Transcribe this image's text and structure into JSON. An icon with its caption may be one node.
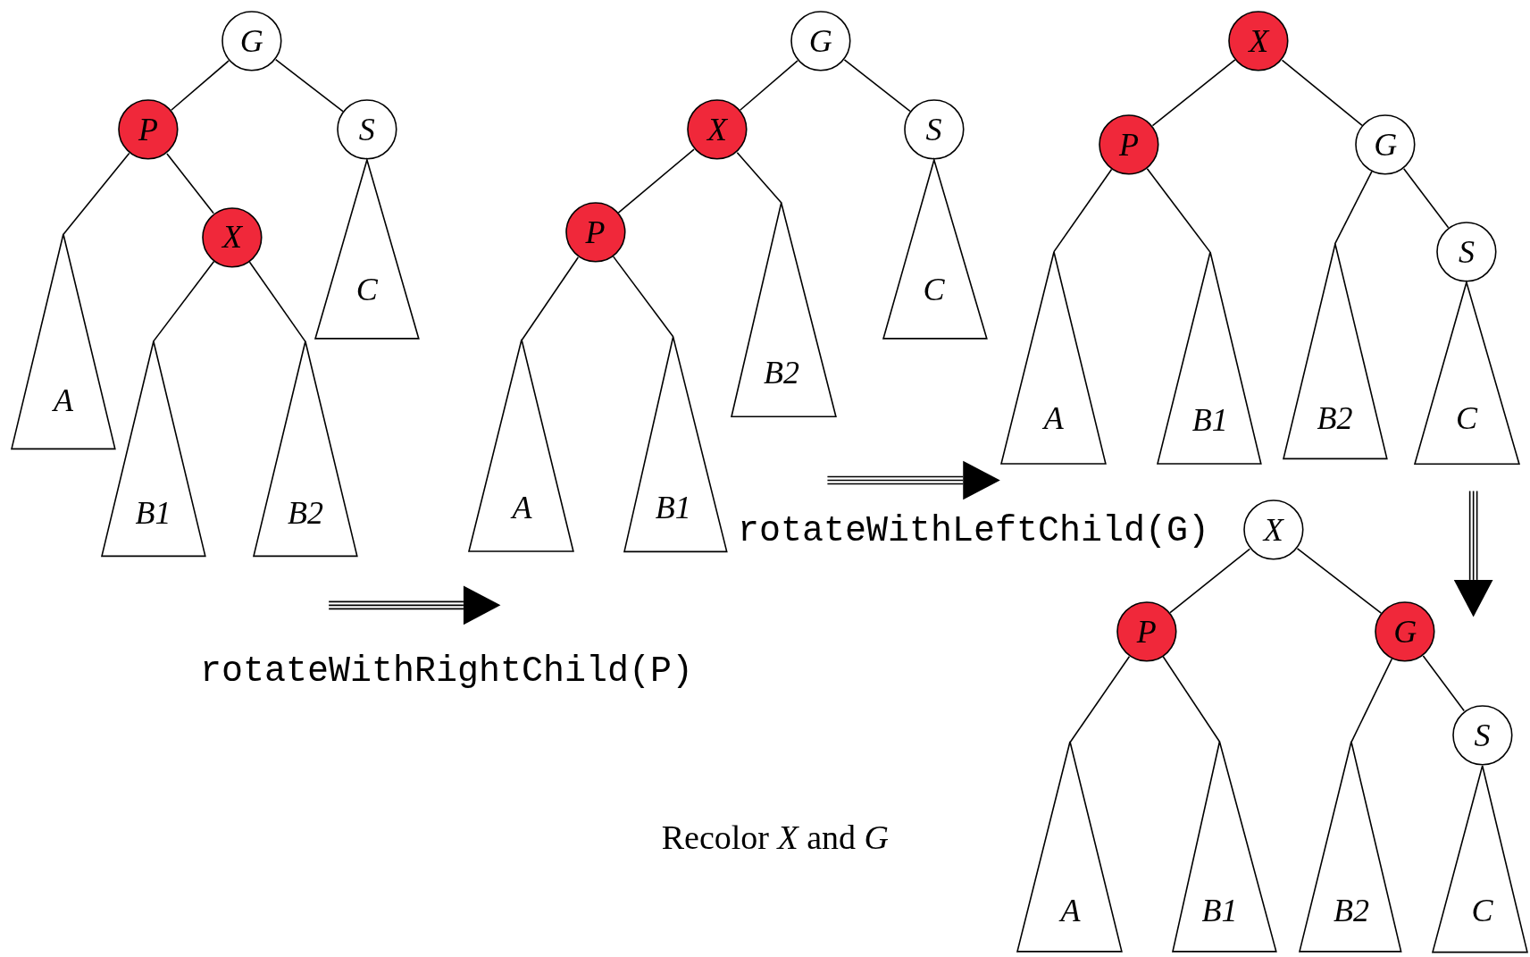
{
  "diagram": {
    "nodes": [
      {
        "text": [
          "G"
        ]
      },
      {
        "text": [
          "P"
        ]
      },
      {
        "text": [
          "S"
        ]
      },
      {
        "text": [
          "X"
        ]
      },
      {
        "text": [
          "A"
        ]
      },
      {
        "text": [
          "B1"
        ]
      },
      {
        "text": [
          "B2"
        ]
      },
      {
        "text": [
          "C"
        ]
      },
      {
        "text": [
          "G"
        ]
      },
      {
        "text": [
          "X"
        ]
      },
      {
        "text": [
          "S"
        ]
      },
      {
        "text": [
          "P"
        ]
      },
      {
        "text": [
          "B2"
        ]
      },
      {
        "text": [
          "C"
        ]
      },
      {
        "text": [
          "A"
        ]
      },
      {
        "text": [
          "B1"
        ]
      },
      {
        "text": [
          "X"
        ]
      },
      {
        "text": [
          "P"
        ]
      },
      {
        "text": [
          "G"
        ]
      },
      {
        "text": [
          "A"
        ]
      },
      {
        "text": [
          "B1"
        ]
      },
      {
        "text": [
          "B2"
        ]
      },
      {
        "text": [
          "S"
        ]
      },
      {
        "text": [
          "C"
        ]
      },
      {
        "text": [
          "X"
        ]
      },
      {
        "text": [
          "P"
        ]
      },
      {
        "text": [
          "G"
        ]
      },
      {
        "text": [
          "A"
        ]
      },
      {
        "text": [
          "B1"
        ]
      },
      {
        "text": [
          "B2"
        ]
      },
      {
        "text": [
          "S"
        ]
      },
      {
        "text": [
          "C"
        ]
      }
    ],
    "edges": [
      {
        "from": 0,
        "to": 1,
        "arrow": "none"
      },
      {
        "from": 0,
        "to": 2,
        "arrow": "none"
      },
      {
        "from": 1,
        "to": 4,
        "arrow": "none"
      },
      {
        "from": 1,
        "to": 3,
        "arrow": "none"
      },
      {
        "from": 3,
        "to": 5,
        "arrow": "none"
      },
      {
        "from": 3,
        "to": 6,
        "arrow": "none"
      },
      {
        "from": 8,
        "to": 9,
        "arrow": "none"
      },
      {
        "from": 8,
        "to": 10,
        "arrow": "none"
      },
      {
        "from": 9,
        "to": 11,
        "arrow": "none"
      },
      {
        "from": 9,
        "to": 12,
        "arrow": "none"
      },
      {
        "from": 11,
        "to": 14,
        "arrow": "none"
      },
      {
        "from": 11,
        "to": 15,
        "arrow": "none"
      },
      {
        "from": 16,
        "to": 17,
        "arrow": "none"
      },
      {
        "from": 16,
        "to": 18,
        "arrow": "none"
      },
      {
        "from": 17,
        "to": 19,
        "arrow": "none"
      },
      {
        "from": 17,
        "to": 20,
        "arrow": "none"
      },
      {
        "from": 18,
        "to": 21,
        "arrow": "none"
      },
      {
        "from": 18,
        "to": 22,
        "arrow": "none"
      },
      {
        "from": 24,
        "to": 25,
        "arrow": "none"
      },
      {
        "from": 24,
        "to": 26,
        "arrow": "none"
      },
      {
        "from": 25,
        "to": 27,
        "arrow": "none"
      },
      {
        "from": 25,
        "to": 28,
        "arrow": "none"
      },
      {
        "from": 26,
        "to": 29,
        "arrow": "none"
      },
      {
        "from": 26,
        "to": 30,
        "arrow": "none"
      }
    ],
    "labels": [
      "rotateWithLeftChild(G)",
      "rotateWithRightChild(P)",
      "Recolor *X* and *G*"
    ]
  }
}
